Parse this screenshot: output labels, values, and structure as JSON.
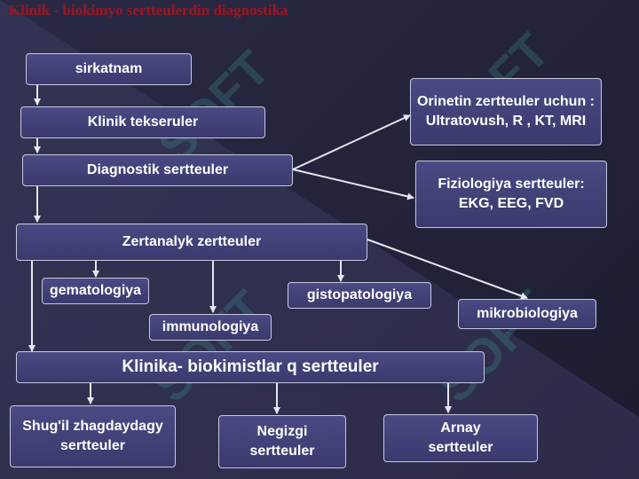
{
  "title": "Klinik - biokimyo sertteulerdin diagnostika",
  "watermark": "SOFT",
  "colors": {
    "box_fill": "#3f3f77",
    "box_border": "#c8c8e0",
    "arrow": "#e6e6f0",
    "title": "#9b1620"
  },
  "nodes": {
    "sirkatnam": "sirkatnam",
    "klinik_tekseruler": "Klinik tekseruler",
    "diagnostik_sertteuler": "Diagnostik sertteuler",
    "orinetin": "Orinetin zertteuler uchun : Ultratovush, R , KT, MRI",
    "fiziologiya": "Fiziologiya sertteuler: EKG, EEG, FVD",
    "zertanalyk": "Zertanalyk zertteuler",
    "gematologiya": "gematologiya",
    "immunologiya": "immunologiya",
    "gistopatologiya": "gistopatologiya",
    "mikrobiologiya": "mikrobiologiya",
    "klinika_biokimistlar": "Klinika- biokimistlar q sertteuler",
    "shugil": "Shug'il zhagdaydagy sertteuler",
    "negizgi": "Negizgi sertteuler",
    "arnay": "Arnay sertteuler"
  }
}
